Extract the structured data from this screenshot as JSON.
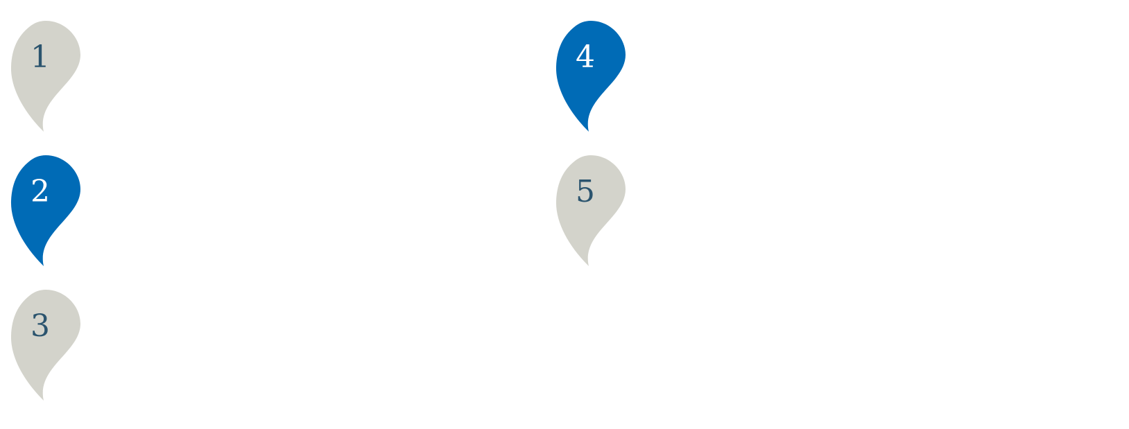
{
  "colors": {
    "active_fill": "#006BB6",
    "inactive_fill": "#D3D3CB",
    "active_text": "#FFFFFF",
    "inactive_text": "#2B546E"
  },
  "pins": [
    {
      "number": "1",
      "active": false
    },
    {
      "number": "2",
      "active": true
    },
    {
      "number": "3",
      "active": false
    },
    {
      "number": "4",
      "active": true
    },
    {
      "number": "5",
      "active": false
    }
  ]
}
